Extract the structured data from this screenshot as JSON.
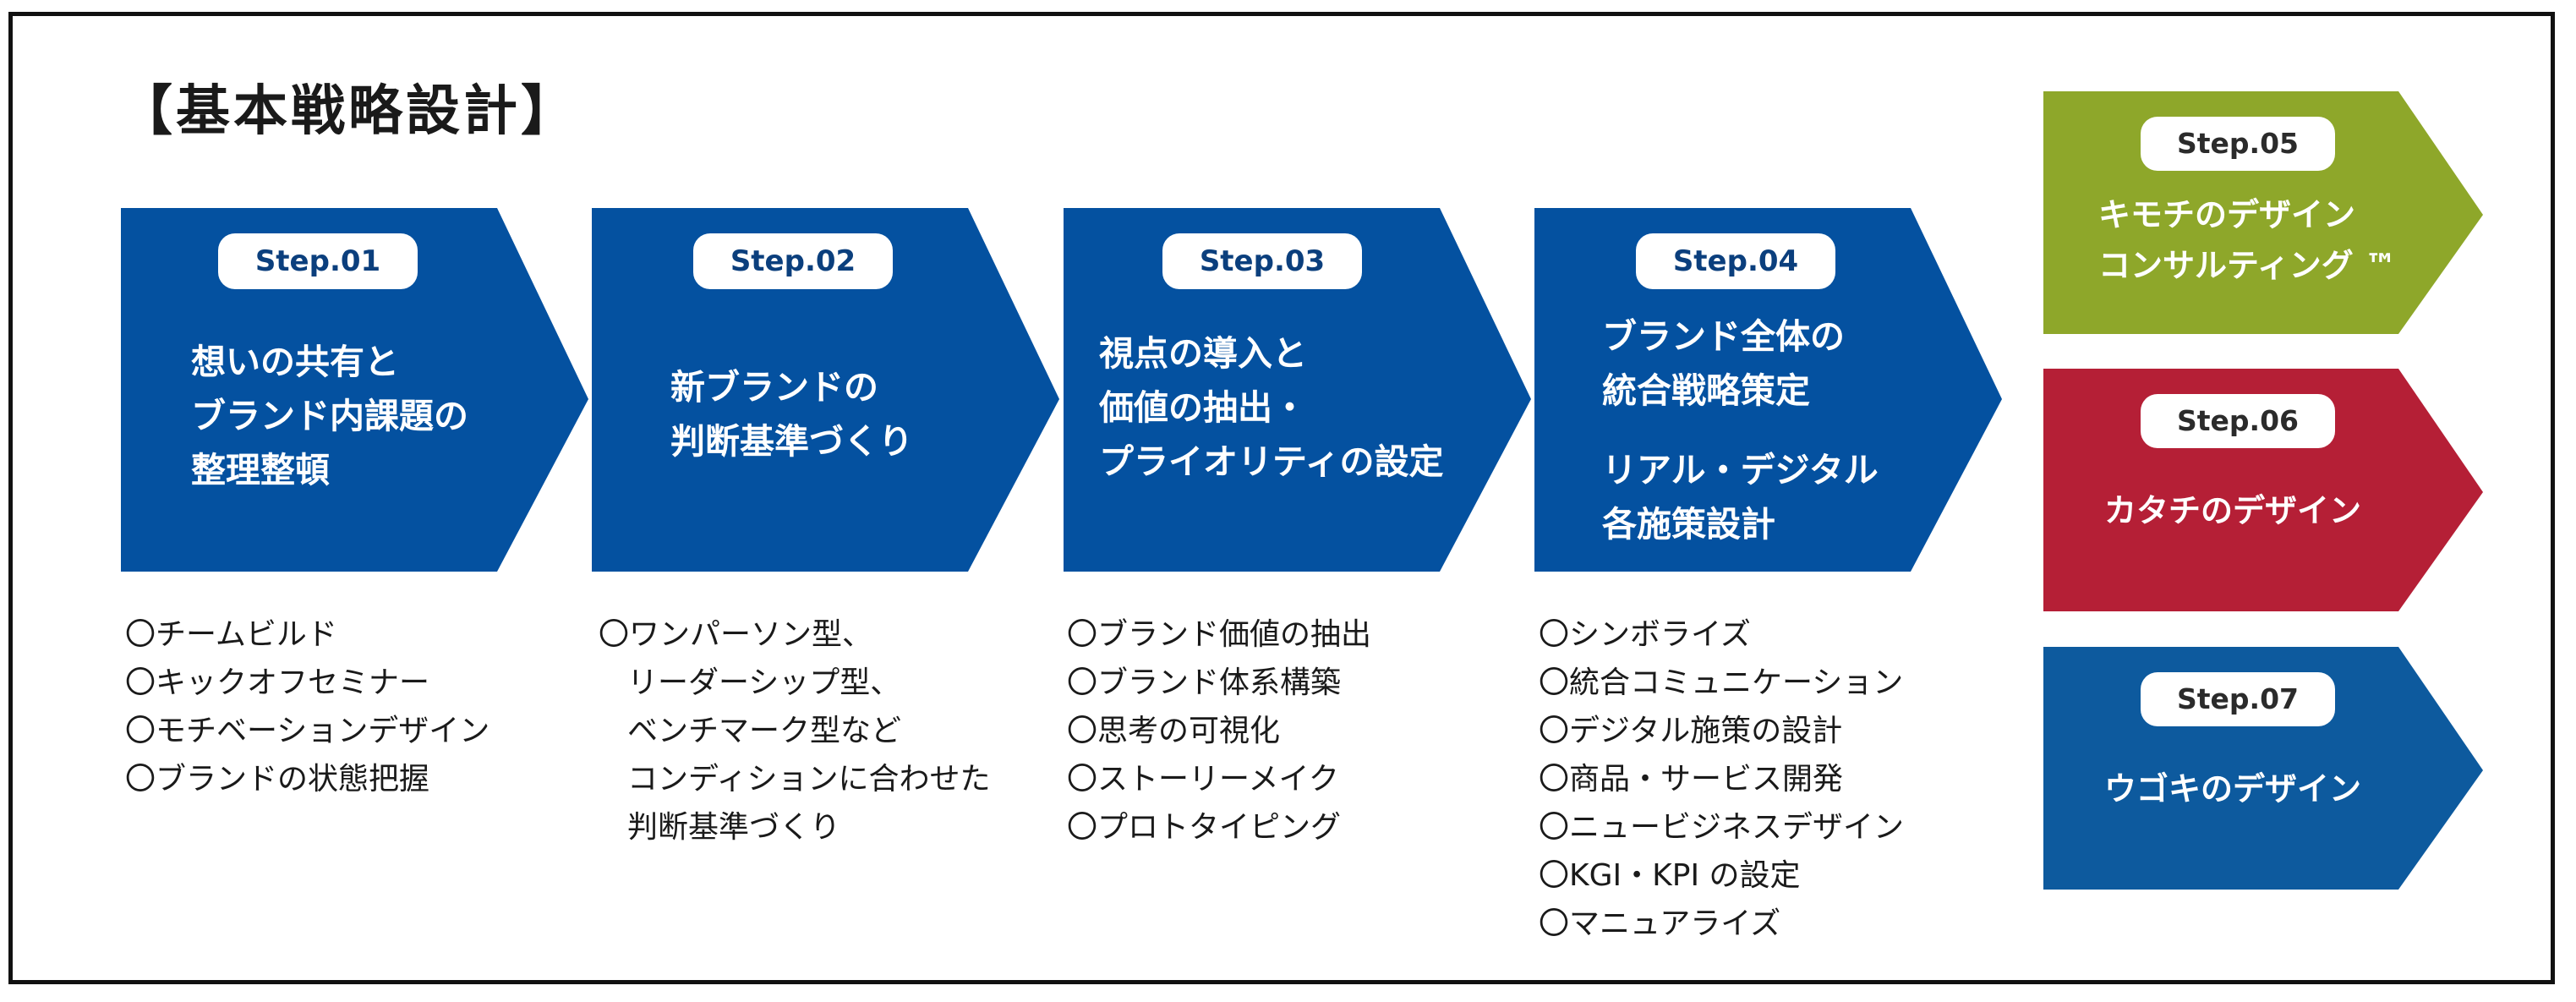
{
  "title": "【基本戦略設計】",
  "colors": {
    "navy": "#0451a0",
    "green": "#8ea72a",
    "red": "#b51f36",
    "blue": "#0d5a9e"
  },
  "steps": [
    {
      "label": "Step.01",
      "lines": [
        "想いの共有と",
        "ブランド内課題の",
        "整理整頓"
      ]
    },
    {
      "label": "Step.02",
      "lines": [
        "新ブランドの",
        "判断基準づくり"
      ]
    },
    {
      "label": "Step.03",
      "lines": [
        "視点の導入と",
        "価値の抽出・",
        "プライオリティの設定"
      ]
    },
    {
      "label": "Step.04",
      "lines": [
        "ブランド全体の",
        "統合戦略策定",
        "リアル・デジタル",
        "各施策設計"
      ]
    }
  ],
  "lists": [
    [
      "〇チームビルド",
      "〇キックオフセミナー",
      "〇モチベーションデザイン",
      "〇ブランドの状態把握"
    ],
    [
      "〇ワンパーソン型、",
      "リーダーシップ型、",
      "ベンチマーク型など",
      "コンディションに合わせた",
      "判断基準づくり"
    ],
    [
      "〇ブランド価値の抽出",
      "〇ブランド体系構築",
      "〇思考の可視化",
      "〇ストーリーメイク",
      "〇プロトタイピング"
    ],
    [
      "〇シンボライズ",
      "〇統合コミュニケーション",
      "〇デジタル施策の設計",
      "〇商品・サービス開発",
      "〇ニュービジネスデザイン",
      "〇KGI・KPI の設定",
      "〇マニュアライズ"
    ]
  ],
  "right_steps": [
    {
      "label": "Step.05",
      "lines": [
        "キモチのデザイン",
        "コンサルティング ™"
      ]
    },
    {
      "label": "Step.06",
      "lines": [
        "カタチのデザイン"
      ]
    },
    {
      "label": "Step.07",
      "lines": [
        "ウゴキのデザイン"
      ]
    }
  ]
}
